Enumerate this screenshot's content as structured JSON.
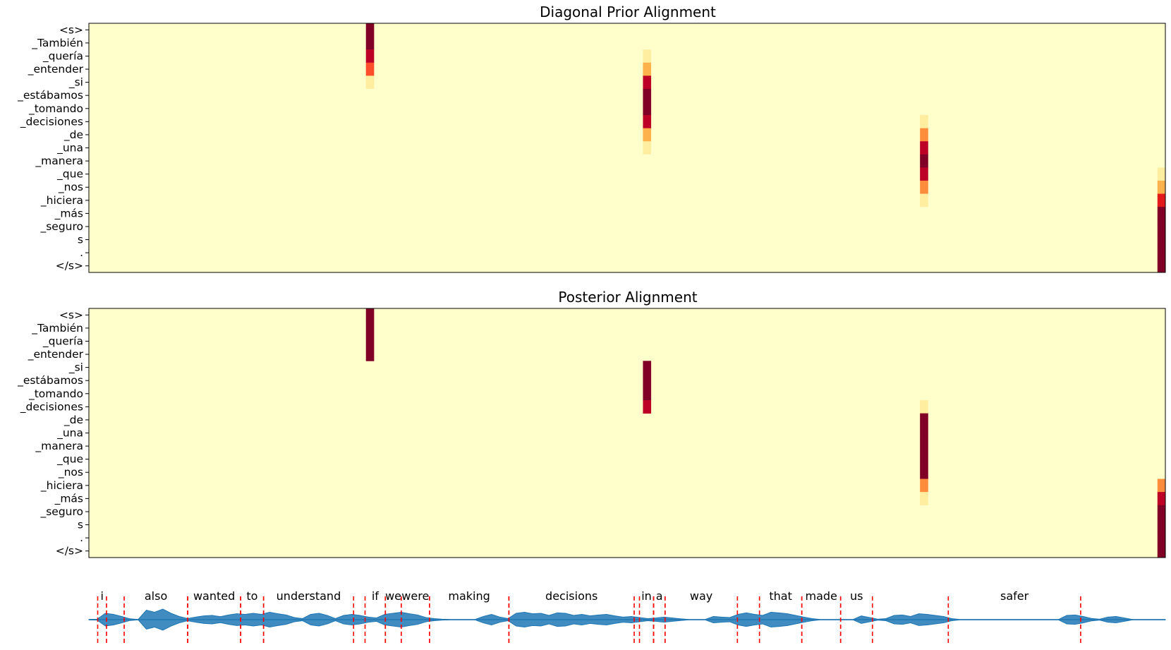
{
  "colors": {
    "colormap": [
      "#ffffcc",
      "#ffeda0",
      "#fed976",
      "#feb24c",
      "#fd8d3c",
      "#fc4e2a",
      "#e31a1c",
      "#bd0026",
      "#800026"
    ],
    "waveform": "#1f77b4",
    "boundary": "#ff0000",
    "frame": "#000000"
  },
  "chart_data": [
    {
      "type": "heatmap",
      "title": "Diagonal Prior Alignment",
      "y_tick_labels": [
        "<s>",
        "_También",
        "_quería",
        "_entender",
        "_si",
        "_estábamos",
        "_tomando",
        "_decisiones",
        "_de",
        "_una",
        "_manera",
        "_que",
        "_nos",
        "_hiciera",
        "_más",
        "_seguro",
        "s",
        ".",
        "</s>"
      ],
      "n_frames": 136,
      "nonzero": [
        {
          "frame": 35,
          "values": [
            1.0,
            1.0,
            0.9,
            0.6,
            0.15,
            0.02,
            0,
            0,
            0,
            0,
            0,
            0,
            0,
            0,
            0,
            0,
            0,
            0,
            0
          ]
        },
        {
          "frame": 70,
          "values": [
            0,
            0,
            0.08,
            0.35,
            0.85,
            1.0,
            1.0,
            0.85,
            0.35,
            0.08,
            0.02,
            0,
            0,
            0,
            0,
            0,
            0,
            0,
            0
          ]
        },
        {
          "frame": 105,
          "values": [
            0,
            0,
            0,
            0,
            0,
            0,
            0.03,
            0.1,
            0.55,
            0.9,
            1.0,
            0.9,
            0.55,
            0.15,
            0.03,
            0,
            0,
            0,
            0
          ]
        },
        {
          "frame": 135,
          "values": [
            0,
            0,
            0,
            0,
            0,
            0,
            0,
            0,
            0,
            0,
            0,
            0.08,
            0.35,
            0.8,
            1.0,
            1.0,
            1.0,
            1.0,
            1.0
          ]
        }
      ]
    },
    {
      "type": "heatmap",
      "title": "Posterior Alignment",
      "y_tick_labels": [
        "<s>",
        "_También",
        "_quería",
        "_entender",
        "_si",
        "_estábamos",
        "_tomando",
        "_decisiones",
        "_de",
        "_una",
        "_manera",
        "_que",
        "_nos",
        "_hiciera",
        "_más",
        "_seguro",
        "s",
        ".",
        "</s>"
      ],
      "n_frames": 136,
      "nonzero": [
        {
          "frame": 35,
          "values": [
            1.0,
            1.0,
            1.0,
            1.0,
            0,
            0,
            0,
            0,
            0,
            0,
            0,
            0,
            0,
            0,
            0,
            0,
            0,
            0,
            0
          ]
        },
        {
          "frame": 70,
          "values": [
            0,
            0,
            0,
            0,
            1.0,
            1.0,
            1.0,
            0.9,
            0,
            0,
            0,
            0,
            0,
            0,
            0,
            0,
            0,
            0,
            0
          ]
        },
        {
          "frame": 105,
          "values": [
            0,
            0,
            0,
            0,
            0,
            0,
            0,
            0.08,
            1.0,
            1.0,
            1.0,
            1.0,
            1.0,
            0.55,
            0.1,
            0,
            0,
            0,
            0
          ]
        },
        {
          "frame": 135,
          "values": [
            0,
            0,
            0,
            0,
            0,
            0,
            0,
            0,
            0,
            0,
            0,
            0,
            0,
            0.5,
            0.85,
            1.0,
            1.0,
            1.0,
            1.0
          ]
        }
      ]
    },
    {
      "type": "line",
      "words": [
        "i",
        "also",
        "wanted",
        "to",
        "understand",
        "if",
        "we",
        "were",
        "making",
        "decisions",
        "in",
        "a",
        "way",
        "that",
        "made",
        "us",
        "safer"
      ],
      "segments": [
        [
          0.1,
          0.2
        ],
        [
          0.4,
          1.12
        ],
        [
          1.12,
          1.72
        ],
        [
          1.72,
          1.98
        ],
        [
          1.98,
          3.0
        ],
        [
          3.13,
          3.36
        ],
        [
          3.36,
          3.54
        ],
        [
          3.54,
          3.86
        ],
        [
          3.86,
          4.76
        ],
        [
          4.76,
          6.18
        ],
        [
          6.24,
          6.4
        ],
        [
          6.4,
          6.53
        ],
        [
          6.53,
          7.35
        ],
        [
          7.6,
          8.08
        ],
        [
          8.08,
          8.52
        ],
        [
          8.52,
          8.88
        ],
        [
          9.74,
          11.24
        ]
      ],
      "time_range": [
        0,
        12.2
      ],
      "envelope": [
        0.01,
        0.02,
        0.3,
        0.25,
        0.15,
        0.04,
        0.01,
        0.45,
        0.35,
        0.5,
        0.3,
        0.15,
        0.05,
        0.12,
        0.18,
        0.2,
        0.14,
        0.22,
        0.28,
        0.25,
        0.3,
        0.25,
        0.35,
        0.28,
        0.22,
        0.1,
        0.05,
        0.25,
        0.3,
        0.2,
        0.05,
        0.2,
        0.25,
        0.2,
        0.12,
        0.08,
        0.25,
        0.3,
        0.35,
        0.28,
        0.22,
        0.1,
        0.05,
        0.02,
        0.01,
        0.01,
        0.01,
        0.01,
        0.15,
        0.25,
        0.12,
        0.05,
        0.3,
        0.35,
        0.28,
        0.3,
        0.2,
        0.32,
        0.3,
        0.2,
        0.25,
        0.18,
        0.22,
        0.25,
        0.18,
        0.12,
        0.15,
        0.1,
        0.05,
        0.08,
        0.12,
        0.08,
        0.04,
        0.01,
        0.01,
        0.01,
        0.15,
        0.12,
        0.1,
        0.25,
        0.32,
        0.25,
        0.2,
        0.35,
        0.32,
        0.28,
        0.2,
        0.12,
        0.05,
        0.01,
        0.01,
        0.01,
        0.01,
        0.01,
        0.18,
        0.1,
        0.02,
        0.05,
        0.2,
        0.22,
        0.15,
        0.28,
        0.25,
        0.2,
        0.15,
        0.05,
        0.01,
        0.01,
        0.01,
        0.01,
        0.01,
        0.01,
        0.01,
        0.01,
        0.01,
        0.01,
        0.01,
        0.01,
        0.01,
        0.2,
        0.22,
        0.15,
        0.06,
        0.02,
        0.12,
        0.15,
        0.08,
        0.01,
        0.01,
        0.01,
        0.01,
        0.01
      ]
    }
  ]
}
